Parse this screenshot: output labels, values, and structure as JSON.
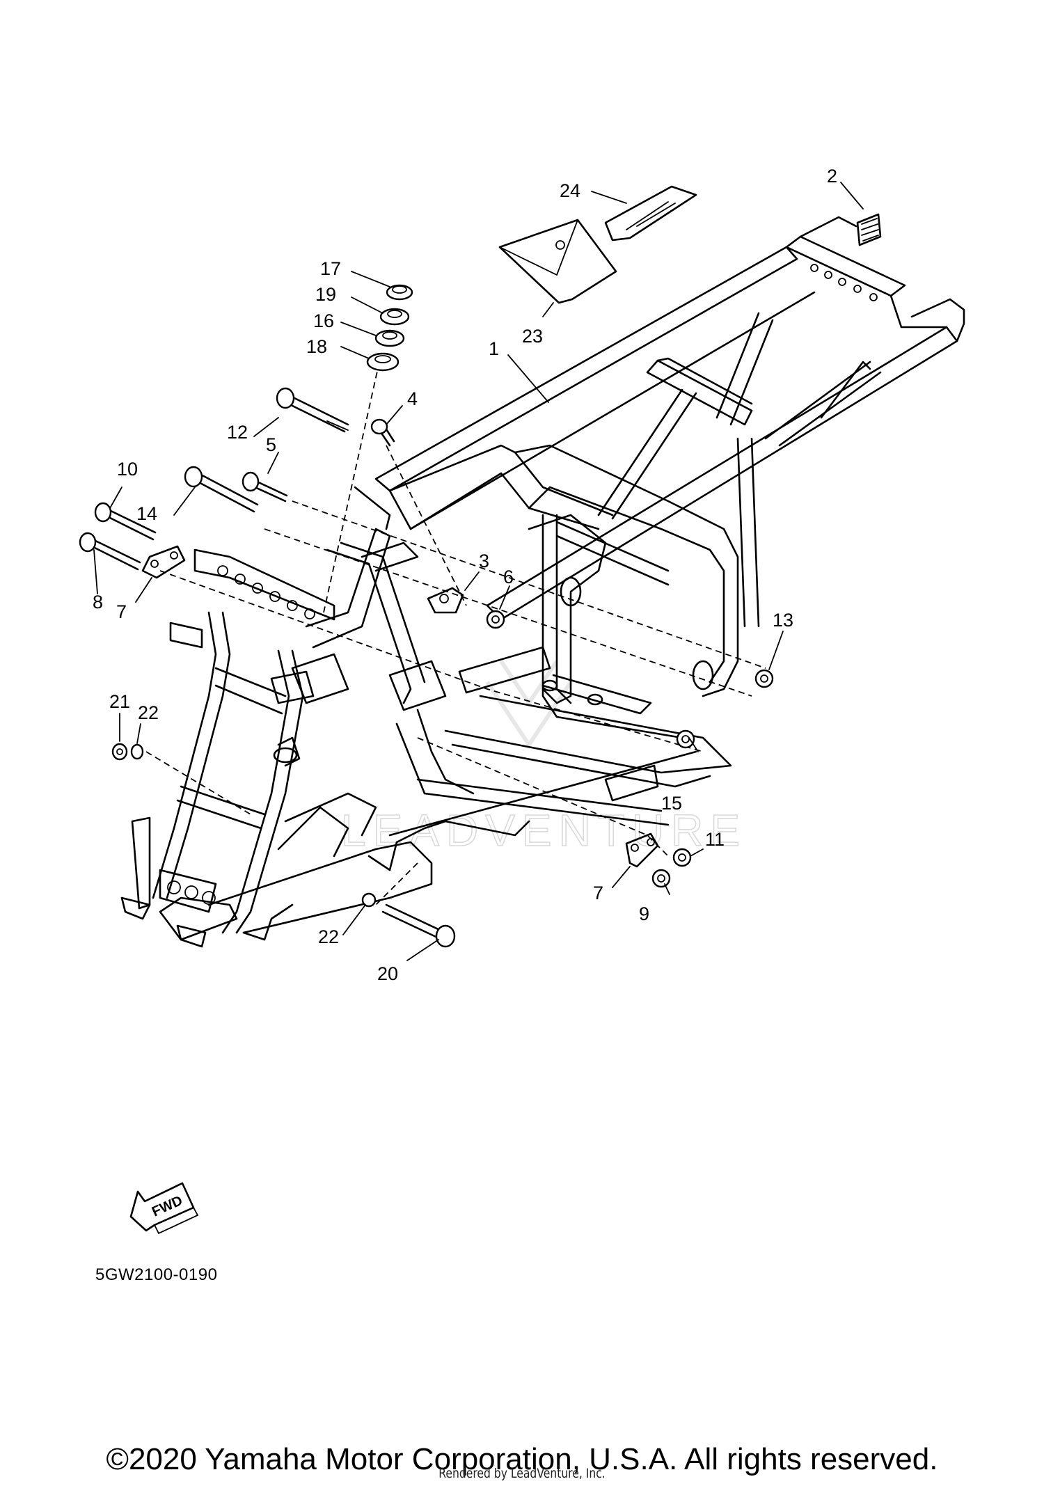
{
  "callouts": [
    {
      "id": "1",
      "label": "1"
    },
    {
      "id": "2",
      "label": "2"
    },
    {
      "id": "3",
      "label": "3"
    },
    {
      "id": "4",
      "label": "4"
    },
    {
      "id": "5",
      "label": "5"
    },
    {
      "id": "6",
      "label": "6"
    },
    {
      "id": "7a",
      "label": "7"
    },
    {
      "id": "7b",
      "label": "7"
    },
    {
      "id": "8",
      "label": "8"
    },
    {
      "id": "9",
      "label": "9"
    },
    {
      "id": "10",
      "label": "10"
    },
    {
      "id": "11",
      "label": "11"
    },
    {
      "id": "12",
      "label": "12"
    },
    {
      "id": "13",
      "label": "13"
    },
    {
      "id": "14",
      "label": "14"
    },
    {
      "id": "15",
      "label": "15"
    },
    {
      "id": "16",
      "label": "16"
    },
    {
      "id": "17",
      "label": "17"
    },
    {
      "id": "18",
      "label": "18"
    },
    {
      "id": "19",
      "label": "19"
    },
    {
      "id": "20",
      "label": "20"
    },
    {
      "id": "21",
      "label": "21"
    },
    {
      "id": "22a",
      "label": "22"
    },
    {
      "id": "22b",
      "label": "22"
    },
    {
      "id": "23",
      "label": "23"
    },
    {
      "id": "24",
      "label": "24"
    }
  ],
  "fwd_label": "FWD",
  "diagram_code": "5GW2100-0190",
  "watermark": "LEADVENTURE",
  "copyright": "©2020 Yamaha Motor Corporation, U.S.A. All rights reserved.",
  "rendered_by": "Rendered by LeadVenture, Inc."
}
